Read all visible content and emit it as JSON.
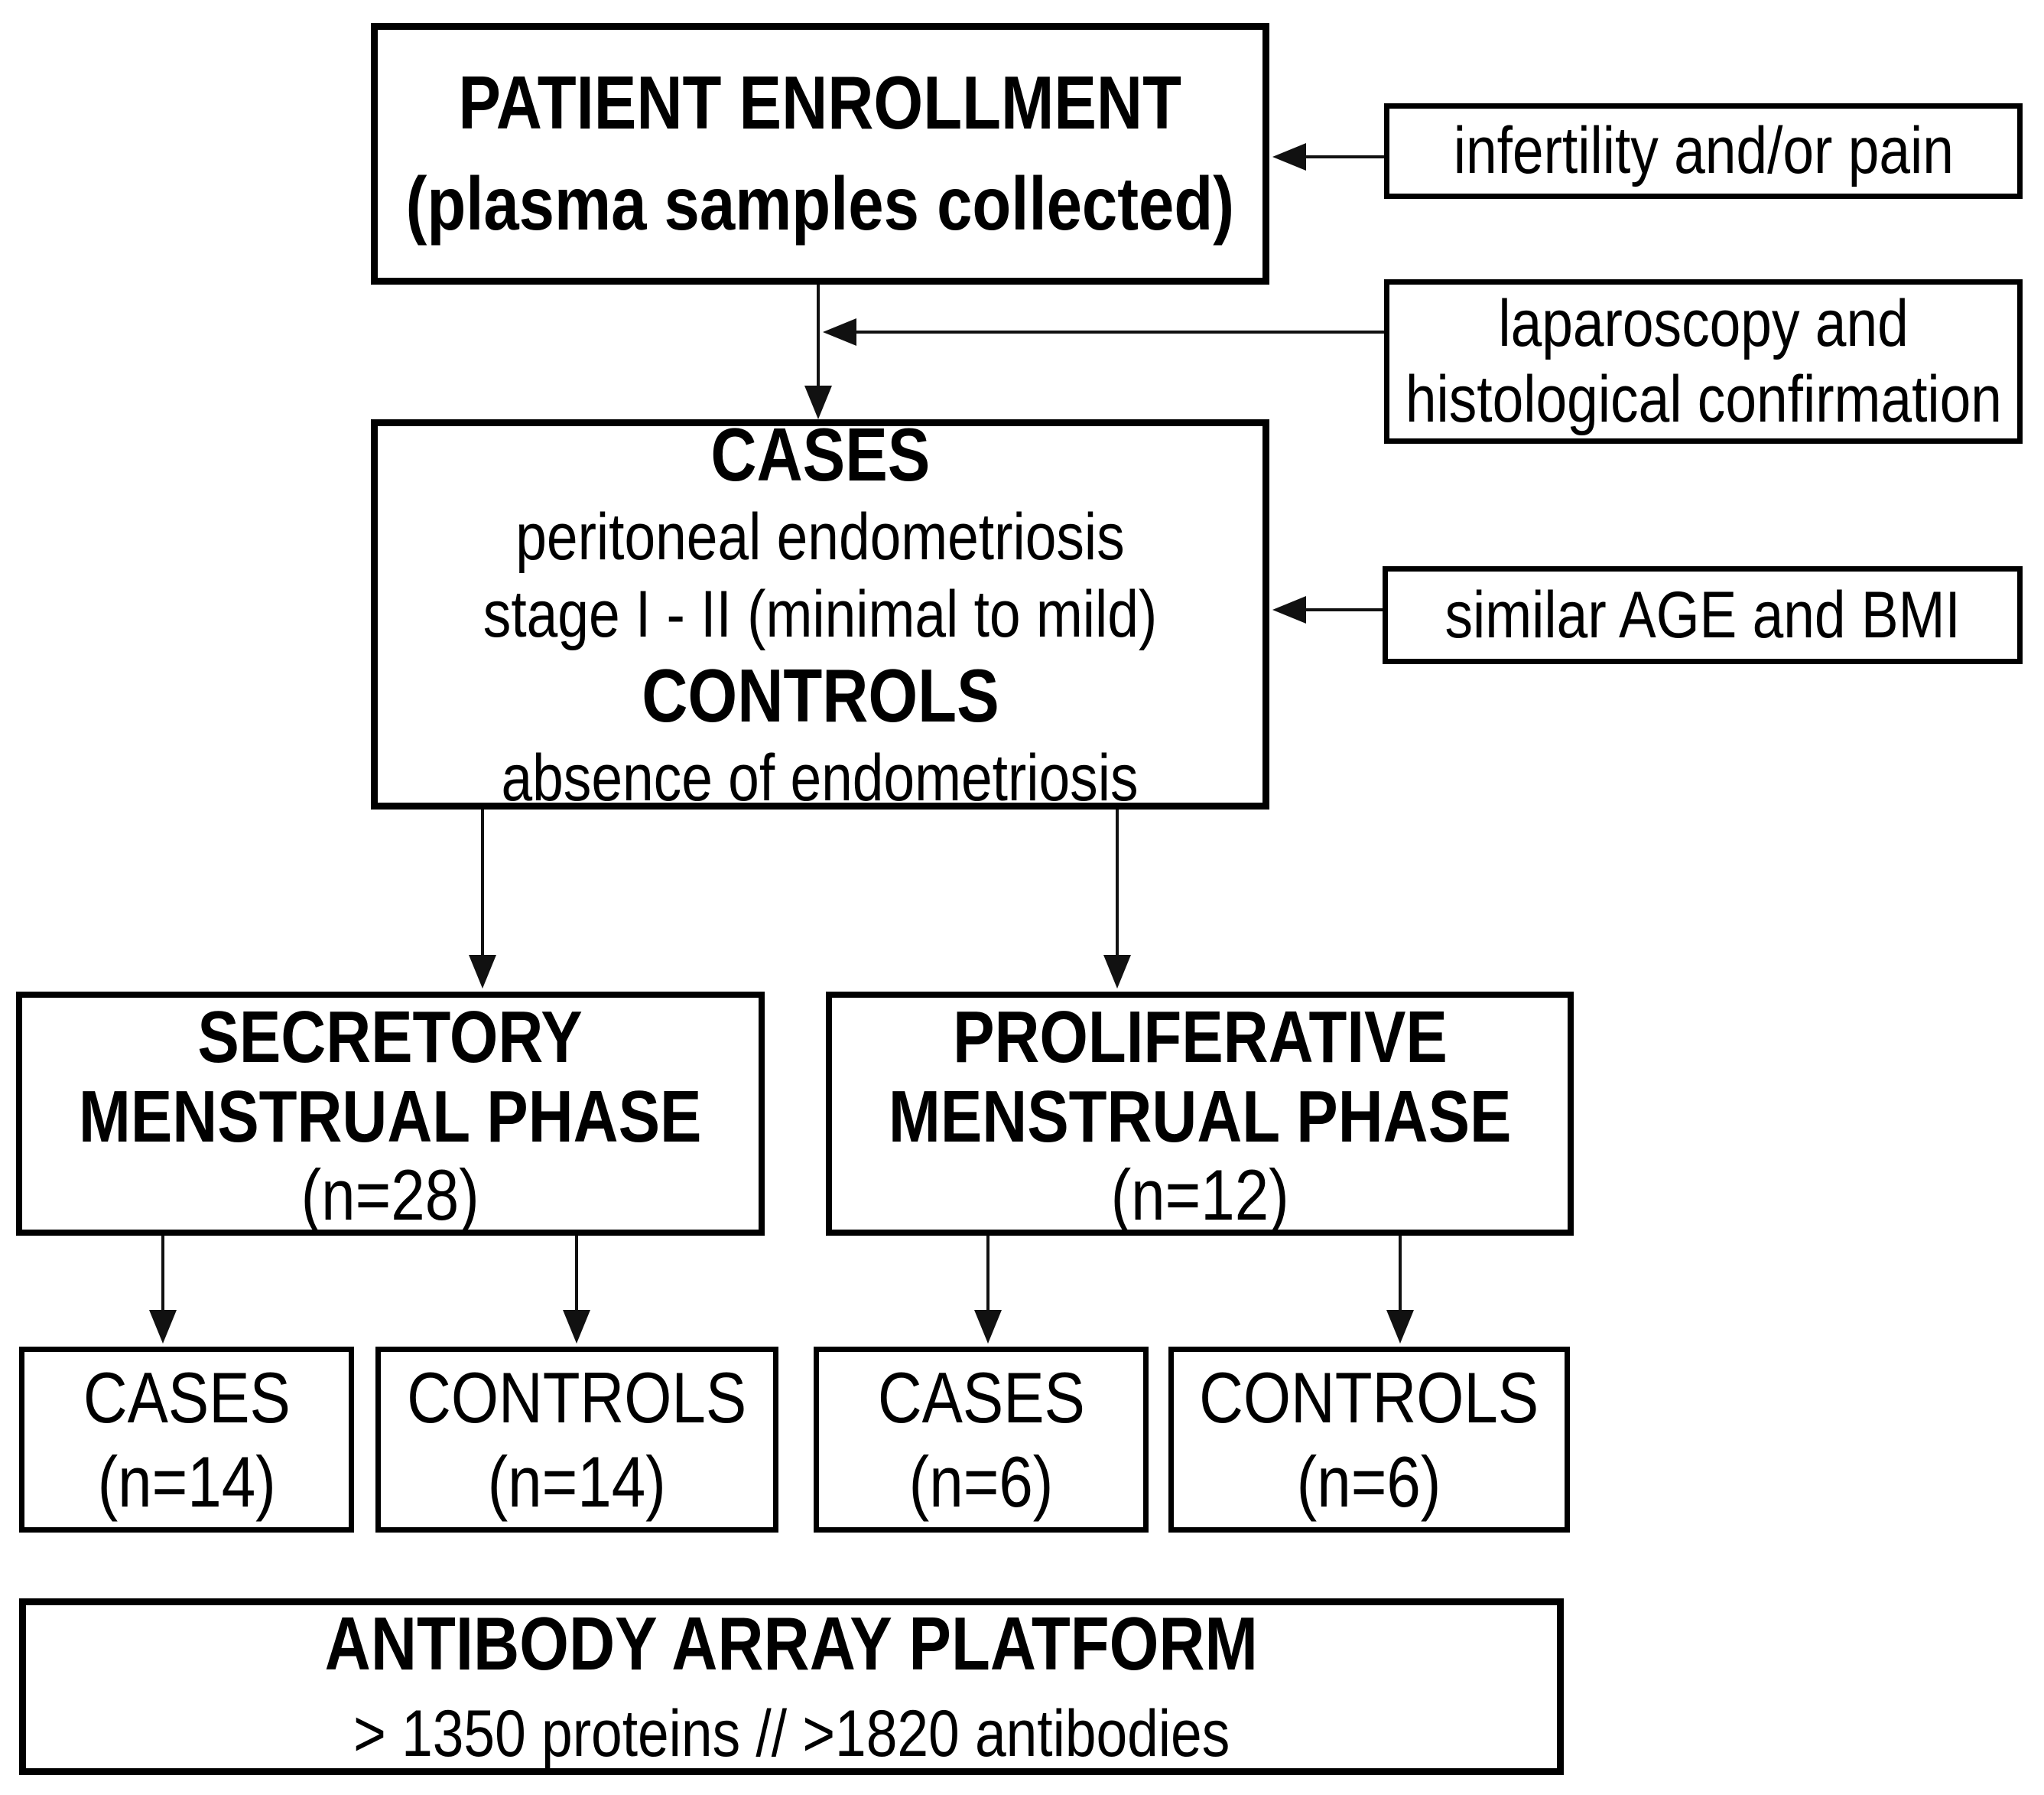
{
  "figure": {
    "colors": {
      "background": "#ffffff",
      "line": "#111111",
      "text": "#000000"
    }
  },
  "boxes": {
    "enrollment": {
      "lines": [
        "PATIENT ENROLLMENT",
        "(plasma samples collected)"
      ]
    },
    "infertility": {
      "lines": [
        "infertility and/or pain"
      ]
    },
    "laparoscopy": {
      "lines": [
        "laparoscopy and",
        "histological confirmation"
      ]
    },
    "cases_controls": {
      "lines": [
        "CASES",
        "peritoneal endometriosis",
        "stage I - II (minimal to mild)",
        "CONTROLS",
        "absence of endometriosis"
      ]
    },
    "matching": {
      "lines": [
        "similar AGE and BMI"
      ]
    },
    "secretory": {
      "lines": [
        "SECRETORY",
        "MENSTRUAL PHASE",
        "(n=28)"
      ]
    },
    "proliferative": {
      "lines": [
        "PROLIFERATIVE",
        "MENSTRUAL PHASE",
        "(n=12)"
      ]
    },
    "secretory_cases": {
      "lines": [
        "CASES",
        "(n=14)"
      ]
    },
    "secretory_controls": {
      "lines": [
        "CONTROLS",
        "(n=14)"
      ]
    },
    "proliferative_cases": {
      "lines": [
        "CASES",
        "(n=6)"
      ]
    },
    "proliferative_controls": {
      "lines": [
        "CONTROLS",
        "(n=6)"
      ]
    },
    "platform": {
      "lines": [
        "ANTIBODY ARRAY PLATFORM",
        "> 1350 proteins // >1820 antibodies"
      ]
    }
  }
}
